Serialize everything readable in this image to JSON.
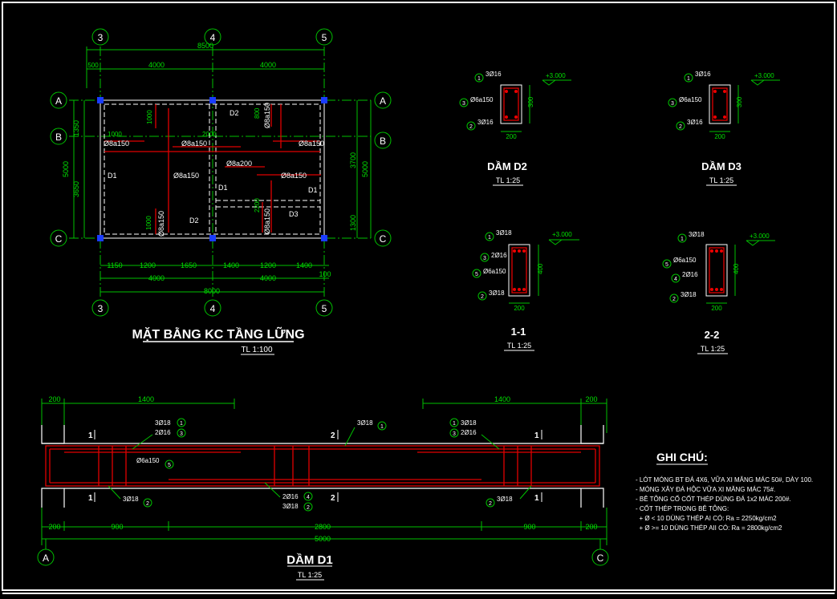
{
  "grid_labels": {
    "col3": "3",
    "col4": "4",
    "col5": "5",
    "rowA": "A",
    "rowB": "B",
    "rowC": "C"
  },
  "plan": {
    "title": "MẶT BẰNG KC TẦNG LỮNG",
    "scale": "TL 1:100",
    "top_dims": {
      "total": "8500",
      "left_small": "500",
      "span1": "4000",
      "span2": "4000"
    },
    "bottom_dims": {
      "d1": "1150",
      "d2": "1200",
      "d3": "1650",
      "d4": "1400",
      "d5": "1200",
      "d6": "1400",
      "d7": "100",
      "span1": "4000",
      "span2": "4000",
      "total": "8000"
    },
    "left_dims": {
      "ab": "1350",
      "total": "5000",
      "bc": "3650"
    },
    "right_dims": {
      "top": "3700",
      "total": "5000",
      "bottom": "1300"
    },
    "inner_dims": {
      "d1000a": "1000",
      "d800": "800",
      "d1000b": "1000",
      "d2000": "2000",
      "d1000c": "1000",
      "d2200": "2200"
    },
    "labels": {
      "d2a": "D2",
      "d1a": "D1",
      "d1b": "D1",
      "d1c": "D1",
      "d2b": "D2",
      "d3": "D3"
    },
    "rebar": {
      "r1": "Ø8a150",
      "r2": "Ø8a150",
      "r3": "Ø8a150",
      "r4": "Ø8a150",
      "r5": "Ø8a150",
      "r6": "Ø8a200",
      "r7": "Ø8a150",
      "r8": "Ø8a150",
      "r9": "Ø8a150",
      "r10": "Ø8a150"
    }
  },
  "sections": {
    "d2": {
      "title": "DẦM D2",
      "scale": "TL 1:25",
      "top": "3Ø16",
      "stir": "Ø6a150",
      "bot": "3Ø16",
      "height": "300",
      "width": "200",
      "elev": "+3.000",
      "n1": "1",
      "n2": "3",
      "n3": "2"
    },
    "d3": {
      "title": "DẦM D3",
      "scale": "TL 1:25",
      "top": "3Ø16",
      "stir": "Ø6a150",
      "bot": "3Ø16",
      "height": "300",
      "width": "200",
      "elev": "+3.000",
      "n1": "1",
      "n2": "3",
      "n3": "2"
    },
    "s11": {
      "title": "1-1",
      "scale": "TL 1:25",
      "top": "3Ø18",
      "mid": "2Ø16",
      "stir": "Ø6a150",
      "bot": "3Ø18",
      "height": "400",
      "width": "200",
      "elev": "+3.000",
      "n1": "1",
      "n2": "3",
      "n3": "5",
      "n4": "2"
    },
    "s22": {
      "title": "2-2",
      "scale": "TL 1:25",
      "top": "3Ø18",
      "stir": "Ø6a150",
      "mid": "2Ø16",
      "bot": "3Ø18",
      "height": "400",
      "width": "200",
      "elev": "+3.000",
      "n1": "1",
      "n2": "5",
      "n3": "4",
      "n4": "2"
    }
  },
  "beam": {
    "title": "DẦM D1",
    "scale": "TL 1:25",
    "top_dims": {
      "l200": "200",
      "l1400": "1400",
      "r1400": "1400",
      "r200": "200"
    },
    "bottom_dims": {
      "l200": "200",
      "l900": "900",
      "mid": "2800",
      "r900": "900",
      "r200": "200",
      "total": "5000"
    },
    "cut1": "1",
    "cut2": "2",
    "cut3": "1",
    "notes": {
      "tl1": "3Ø18",
      "tl1n": "1",
      "tl2": "2Ø16",
      "tl2n": "3",
      "tm": "3Ø18",
      "tmn": "1",
      "tr1": "3Ø18",
      "tr1n": "1",
      "tr2": "2Ø16",
      "tr2n": "3",
      "stir": "Ø6a150",
      "stirn": "5",
      "bl": "3Ø18",
      "bln": "2",
      "bm1": "2Ø16",
      "bm1n": "4",
      "bm2": "3Ø18",
      "bm2n": "2",
      "br": "3Ø18",
      "brn": "2"
    },
    "rowA": "A",
    "rowC": "C"
  },
  "notes": {
    "title": "GHI CHÚ:",
    "lines": [
      "- LÓT MÓNG BT ĐÁ 4X6, VỮA XI MĂNG MÁC 50#, DÀY 100.",
      "- MÓNG XÂY ĐÁ HỘC VỮA XI MĂNG MÁC 75#.",
      "- BÊ TÔNG CỐ CỐT THÉP DÙNG ĐÁ 1x2 MÁC 200#.",
      "- CỐT THÉP TRONG BÊ TÔNG:",
      "  + Ø < 10 DÙNG THÉP AI CÓ: Ra = 2250kg/cm2",
      "  + Ø >= 10 DÙNG THÉP AII CÓ: Ra = 2800kg/cm2"
    ]
  }
}
